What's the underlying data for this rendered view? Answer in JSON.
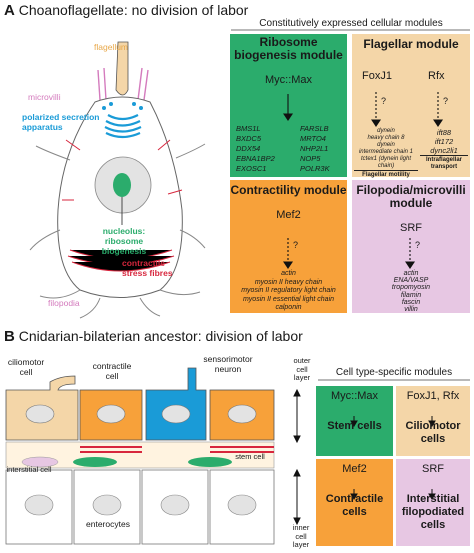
{
  "panel_a": {
    "letter": "A",
    "title": "Choanoflagellate: no division of labor",
    "labels": {
      "flagellum": "flagellum",
      "microvilli": "microvilli",
      "secretion": "polarized secretion apparatus",
      "nucleolus": "nucleolus: ribosome biogenesis",
      "stress": "contractile stress fibres",
      "filopodia": "filopodia"
    },
    "modules_header": "Constitutively expressed cellular modules",
    "ribosome": {
      "title": "Ribosome biogenesis module",
      "tf": "Myc::Max",
      "genes_left": [
        "BMS1L",
        "BXDC5",
        "DDX54",
        "EBNA1BP2",
        "EXOSC1"
      ],
      "genes_right": [
        "FARSLB",
        "MRTO4",
        "NHP2L1",
        "NOP5",
        "POLR3K"
      ]
    },
    "flagellar": {
      "title": "Flagellar module",
      "tf1": "FoxJ1",
      "tf2": "Rfx",
      "q": "?",
      "genes1": [
        "dynein",
        "heavy chain 8",
        "dynein",
        "intermediate chain 1",
        "tctex1 (dynein light",
        "chain)"
      ],
      "genes2": [
        "ift88",
        "ift172",
        "dync2li1"
      ],
      "bar1": "Flagellar motility",
      "bar2": "Intraflagellar transport"
    },
    "contractility": {
      "title": "Contractility module",
      "tf": "Mef2",
      "q": "?",
      "genes": [
        "actin",
        "myosin II heavy chain",
        "myosin II regulatory light chain",
        "myosin II essential light chain",
        "calponin"
      ]
    },
    "filopodia": {
      "title": "Filopodia/microvilli module",
      "tf": "SRF",
      "q": "?",
      "genes": [
        "actin",
        "ENA/VASP",
        "tropomyosin",
        "filamin",
        "fascin",
        "villin"
      ]
    }
  },
  "panel_b": {
    "letter": "B",
    "title": "Cnidarian-bilaterian ancestor: division of labor",
    "labels": {
      "ciliomotor": "ciliomotor cell",
      "contractile": "contractile cell",
      "sensorimotor": "sensorimotor neuron",
      "outer": "outer cell layer",
      "interstitial": "interstitial cell",
      "stem": "stem cell",
      "enterocytes": "enterocytes",
      "inner": "inner cell layer"
    },
    "header": "Cell type-specific modules",
    "boxes": [
      {
        "tf": "Myc::Max",
        "cell": "Stem cells"
      },
      {
        "tf": "FoxJ1, Rfx",
        "cell": "Ciliomotor cells"
      },
      {
        "tf": "Mef2",
        "cell": "Contractile cells"
      },
      {
        "tf": "SRF",
        "cell": "Interstitial filopodiated cells"
      }
    ]
  },
  "colors": {
    "green": "#2bac6c",
    "tan": "#f4d6a8",
    "orange": "#f7a13a",
    "lilac": "#e7c7e3",
    "blue": "#1a9bd7",
    "red": "#d7263d",
    "pink": "#d47bbd"
  }
}
